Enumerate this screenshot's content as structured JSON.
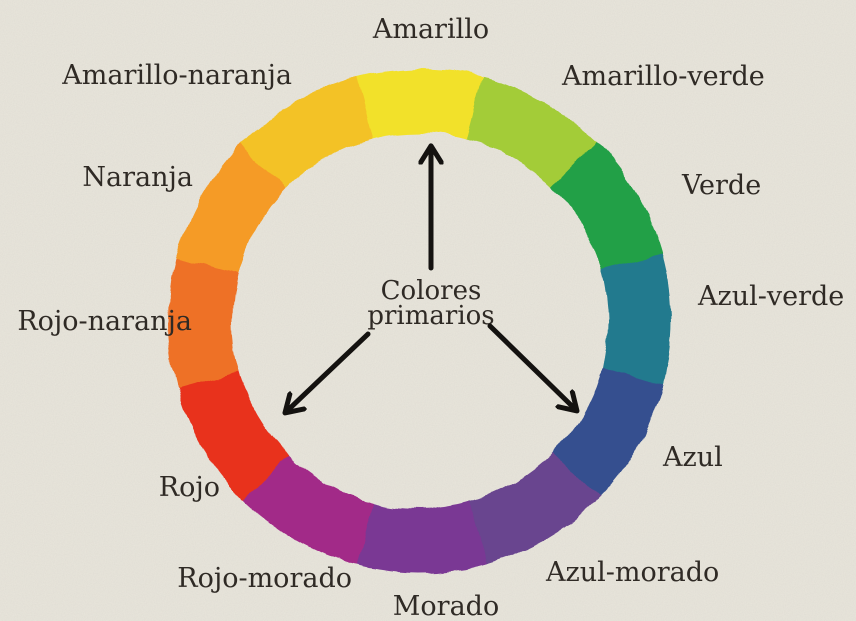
{
  "wheel": {
    "segments": [
      {
        "name": "Amarillo",
        "color": "#f2e12a"
      },
      {
        "name": "Amarillo-verde",
        "color": "#a3cc37"
      },
      {
        "name": "Verde",
        "color": "#23a046"
      },
      {
        "name": "Azul-verde",
        "color": "#237a8e"
      },
      {
        "name": "Azul",
        "color": "#35508f"
      },
      {
        "name": "Azul-morado",
        "color": "#69448f"
      },
      {
        "name": "Morado",
        "color": "#7a3894"
      },
      {
        "name": "Rojo-morado",
        "color": "#a22a88"
      },
      {
        "name": "Rojo",
        "color": "#e8321f"
      },
      {
        "name": "Rojo-naranja",
        "color": "#ee7128"
      },
      {
        "name": "Naranja",
        "color": "#f59b25"
      },
      {
        "name": "Amarillo-naranja",
        "color": "#f3c227"
      }
    ]
  },
  "center": {
    "line1": "Colores",
    "line2": "primarios"
  },
  "colors": {
    "paper": "#e9e6dc",
    "ink": "#2f2a25",
    "arrow": "#141210"
  },
  "icons": {
    "arrows": [
      "arrow-up-icon",
      "arrow-down-left-icon",
      "arrow-down-right-icon"
    ]
  }
}
